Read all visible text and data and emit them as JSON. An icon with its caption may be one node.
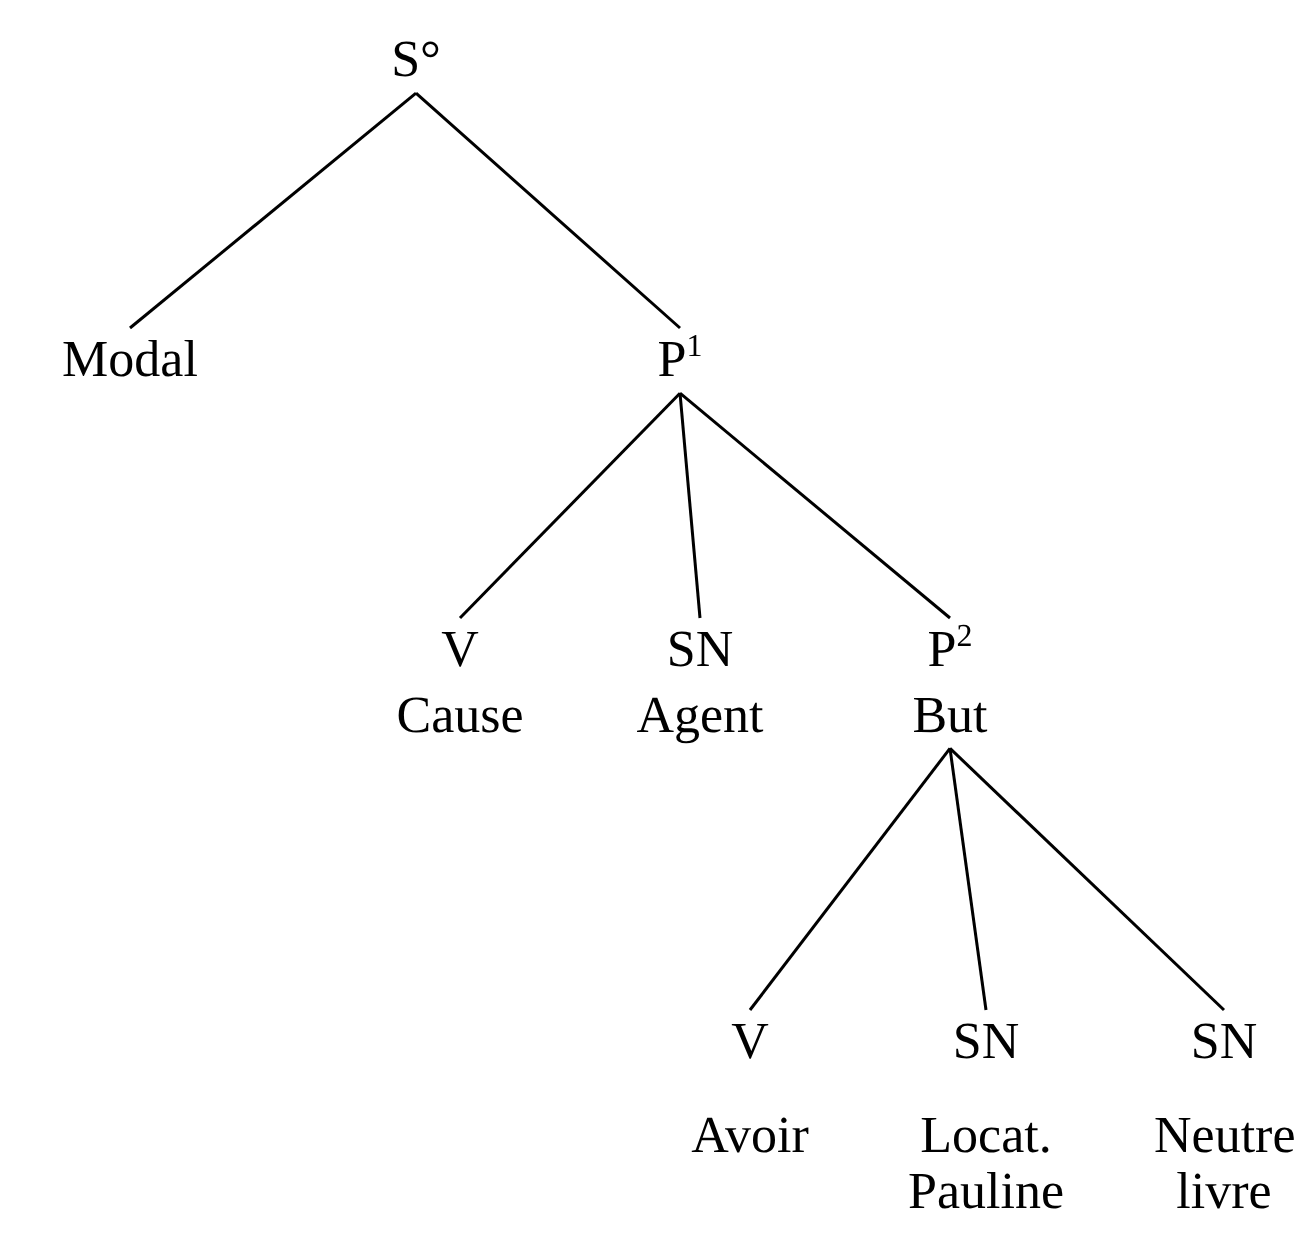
{
  "diagram": {
    "nodes": [
      {
        "text": [
          "S°"
        ]
      },
      {
        "text": [
          "Modal"
        ]
      },
      {
        "text": [
          "P$^{1}$"
        ]
      },
      {
        "text": [
          "V",
          "Cause"
        ]
      },
      {
        "text": [
          "SN",
          "Agent"
        ]
      },
      {
        "text": [
          "P$^{2}$",
          "But"
        ]
      },
      {
        "text": [
          "V",
          "Avoir"
        ]
      },
      {
        "text": [
          "SN",
          "Locat. Pauline"
        ]
      },
      {
        "text": [
          "SN",
          "Neutre livre"
        ]
      }
    ],
    "edges": [
      {
        "from": 0,
        "to": 1,
        "arrow": "none"
      },
      {
        "from": 0,
        "to": 2,
        "arrow": "none"
      },
      {
        "from": 2,
        "to": 3,
        "arrow": "none"
      },
      {
        "from": 2,
        "to": 4,
        "arrow": "none"
      },
      {
        "from": 2,
        "to": 5,
        "arrow": "none"
      },
      {
        "from": 5,
        "to": 6,
        "arrow": "none"
      },
      {
        "from": 5,
        "to": 7,
        "arrow": "none"
      },
      {
        "from": 5,
        "to": 8,
        "arrow": "none"
      }
    ]
  }
}
